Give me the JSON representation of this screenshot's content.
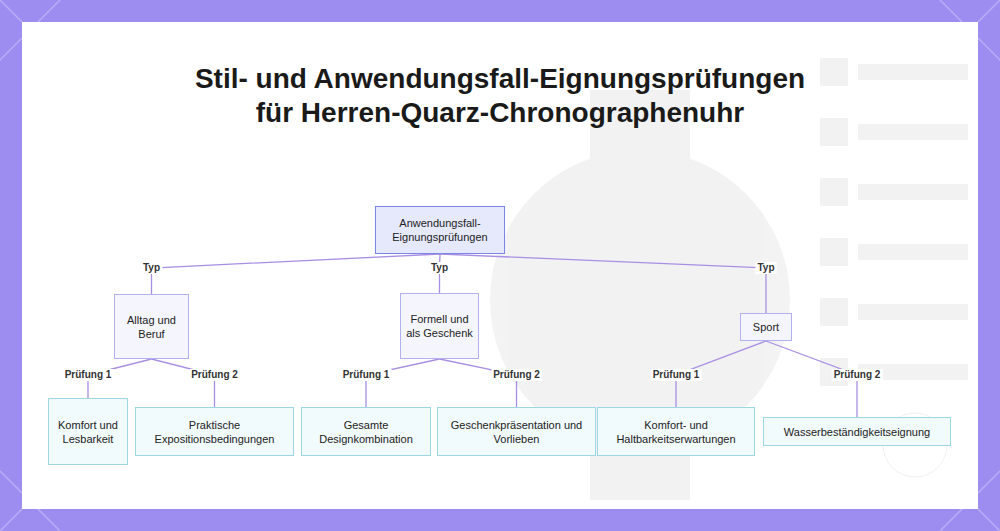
{
  "diagram": {
    "title": "Stil- und Anwendungsfall-Eignungsprüfungen für Herren-Quarz-Chronographenuhr",
    "nodes": [
      {
        "text": [
          "Anwendungsfall-Eignungsprüfungen"
        ]
      },
      {
        "text": [
          "Alltag und Beruf"
        ]
      },
      {
        "text": [
          "Formell und als Geschenk"
        ]
      },
      {
        "text": [
          "Sport"
        ]
      },
      {
        "text": [
          "Komfort und Lesbarkeit"
        ]
      },
      {
        "text": [
          "Praktische Expositionsbedingungen"
        ]
      },
      {
        "text": [
          "Gesamte Designkombination"
        ]
      },
      {
        "text": [
          "Geschenkpräsentation und Vorlieben"
        ]
      },
      {
        "text": [
          "Komfort- und Haltbarkeitserwartungen"
        ]
      },
      {
        "text": [
          "Wasserbeständigkeitseignung"
        ]
      }
    ],
    "edges": [
      {
        "from": 0,
        "to": 1,
        "label": "Typ",
        "arrow": "none"
      },
      {
        "from": 0,
        "to": 2,
        "label": "Typ",
        "arrow": "none"
      },
      {
        "from": 0,
        "to": 3,
        "label": "Typ",
        "arrow": "none"
      },
      {
        "from": 1,
        "to": 4,
        "label": "Prüfung 1",
        "arrow": "none"
      },
      {
        "from": 1,
        "to": 5,
        "label": "Prüfung 2",
        "arrow": "none"
      },
      {
        "from": 2,
        "to": 6,
        "label": "Prüfung 1",
        "arrow": "none"
      },
      {
        "from": 2,
        "to": 7,
        "label": "Prüfung 2",
        "arrow": "none"
      },
      {
        "from": 3,
        "to": 8,
        "label": "Prüfung 1",
        "arrow": "none"
      },
      {
        "from": 3,
        "to": 9,
        "label": "Prüfung 2",
        "arrow": "none"
      }
    ]
  }
}
